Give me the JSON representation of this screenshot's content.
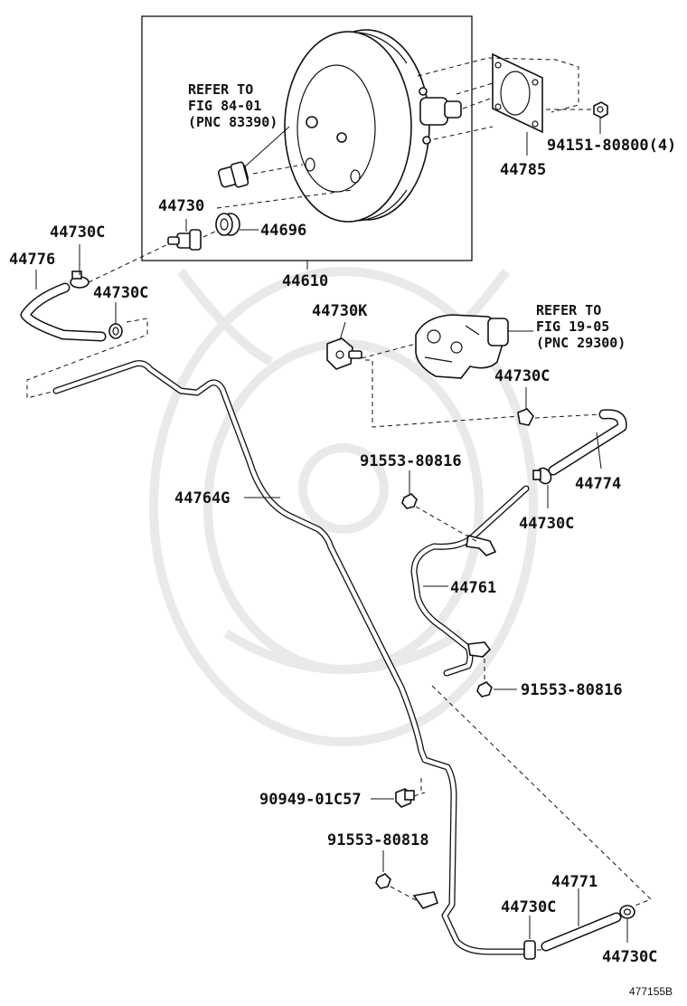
{
  "diagram": {
    "figure_number": "477155B",
    "assembly_box_label": "44610",
    "refer_notes": [
      {
        "line1": "REFER TO",
        "line2": "FIG 84-01",
        "line3": "(PNC 83390)"
      },
      {
        "line1": "REFER TO",
        "line2": "FIG 19-05",
        "line3": "(PNC 29300)"
      }
    ],
    "labels": {
      "p44730c_1": "44730C",
      "p44776": "44776",
      "p44730c_2": "44730C",
      "p44730": "44730",
      "p44696": "44696",
      "p44785": "44785",
      "p94151": "94151-80800(4)",
      "p44730k": "44730K",
      "p44730c_3": "44730C",
      "p91553_80816_a": "91553-80816",
      "p44774": "44774",
      "p44730c_4": "44730C",
      "p44764g": "44764G",
      "p44761": "44761",
      "p91553_80816_b": "91553-80816",
      "p90949": "90949-01C57",
      "p91553_80818": "91553-80818",
      "p44771": "44771",
      "p44730c_5": "44730C",
      "p44730c_6": "44730C"
    }
  }
}
